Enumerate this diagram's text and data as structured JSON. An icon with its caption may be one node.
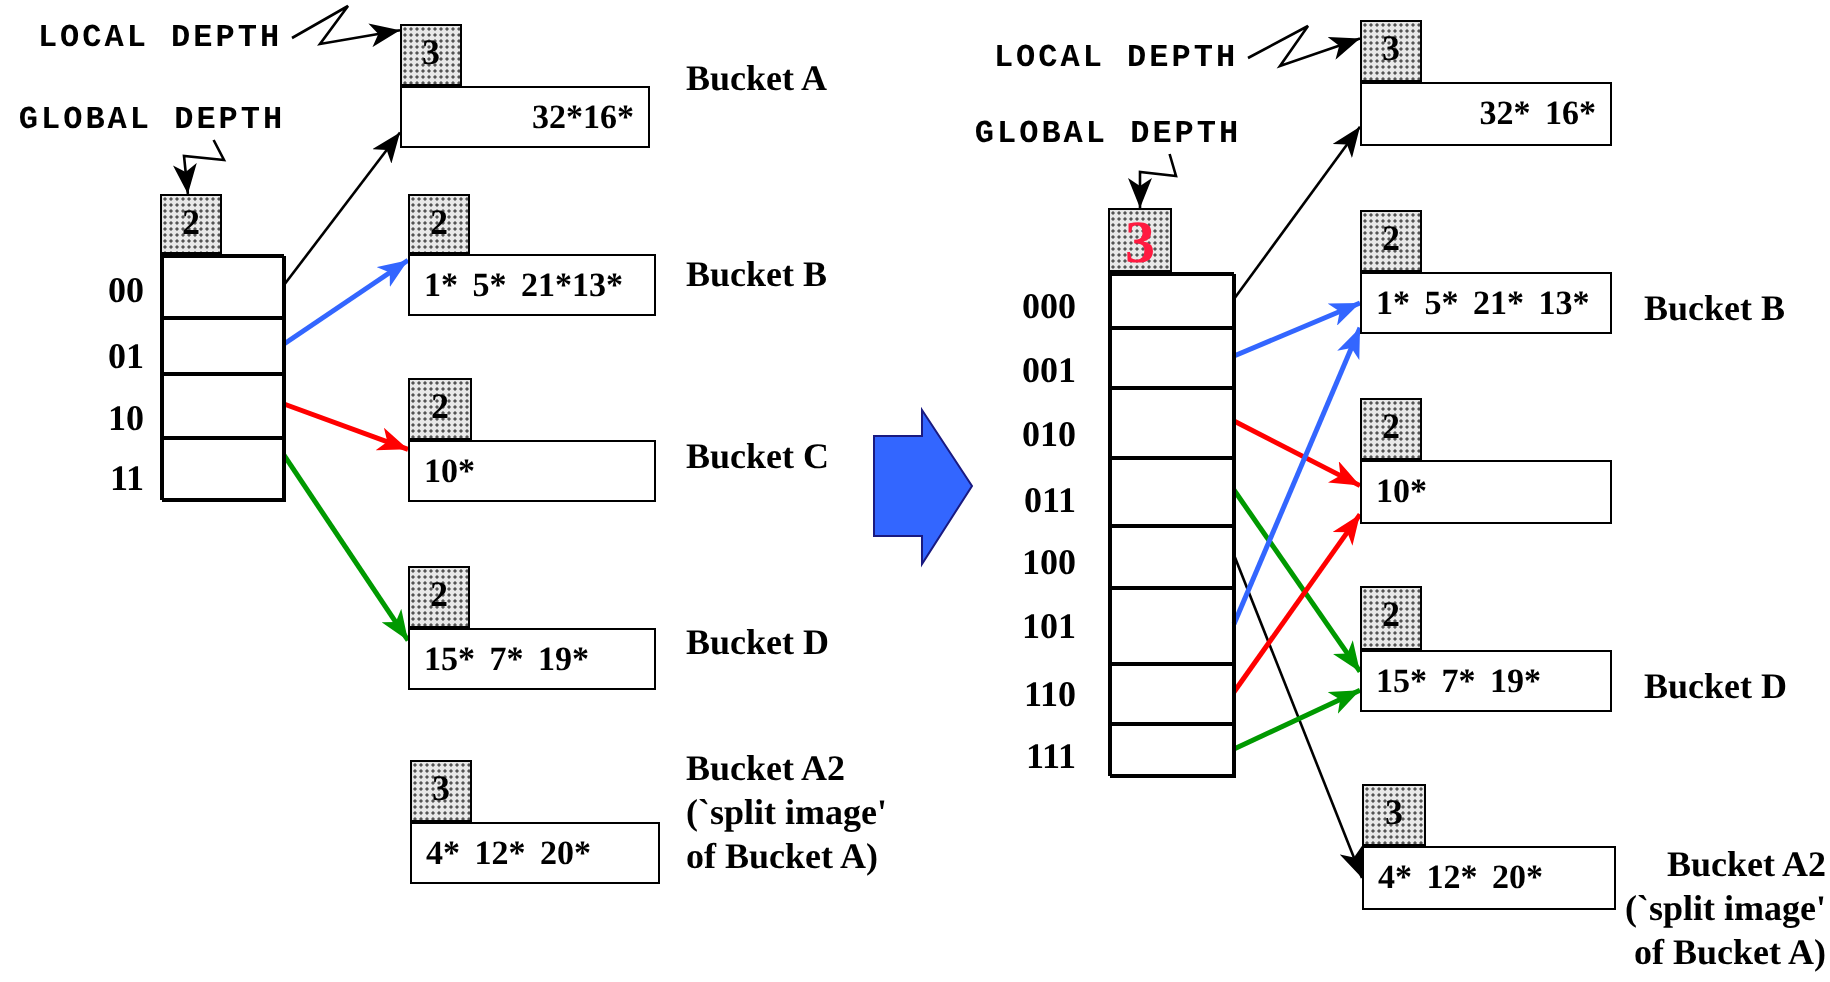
{
  "diagram": {
    "nodes": [
      {
        "text": [
          "LOCAL DEPTH"
        ]
      },
      {
        "text": [
          "3"
        ]
      },
      {
        "text": [
          "32*16*"
        ],
        "beside": [
          "Bucket A"
        ]
      },
      {
        "text": [
          "GLOBAL DEPTH"
        ]
      },
      {
        "text": [
          "2"
        ]
      },
      {
        "text": [],
        "shape": "box"
      },
      {
        "text": [],
        "shape": "box",
        "in": 5,
        "beside": [
          "00"
        ]
      },
      {
        "text": [],
        "shape": "box",
        "in": 5,
        "beside": [
          "01"
        ]
      },
      {
        "text": [],
        "shape": "box",
        "in": 5,
        "beside": [
          "10"
        ]
      },
      {
        "text": [],
        "shape": "box",
        "in": 5,
        "beside": [
          "11"
        ]
      },
      {
        "text": [
          "2"
        ]
      },
      {
        "text": [
          "1* 5* 21*13*"
        ],
        "beside": [
          "Bucket B"
        ]
      },
      {
        "text": [
          "2"
        ]
      },
      {
        "text": [
          "10*"
        ],
        "beside": [
          "Bucket C"
        ]
      },
      {
        "text": [
          "2"
        ]
      },
      {
        "text": [
          "15* 7* 19*"
        ],
        "beside": [
          "Bucket D"
        ]
      },
      {
        "text": [
          "3"
        ]
      },
      {
        "text": [
          "4* 12* 20*"
        ],
        "beside": [
          "Bucket A2",
          "(`split image' of Bucket A)"
        ]
      },
      {
        "text": [
          "LOCAL DEPTH"
        ]
      },
      {
        "text": [
          "3"
        ]
      },
      {
        "text": [
          "32* 16*"
        ]
      },
      {
        "text": [
          "GLOBAL DEPTH"
        ]
      },
      {
        "text": [
          "3"
        ]
      },
      {
        "text": [],
        "shape": "box"
      },
      {
        "text": [],
        "shape": "box",
        "in": 23,
        "beside": [
          "000"
        ]
      },
      {
        "text": [],
        "shape": "box",
        "in": 23,
        "beside": [
          "001"
        ]
      },
      {
        "text": [],
        "shape": "box",
        "in": 23,
        "beside": [
          "010"
        ]
      },
      {
        "text": [],
        "shape": "box",
        "in": 23,
        "beside": [
          "011"
        ]
      },
      {
        "text": [],
        "shape": "box",
        "in": 23,
        "beside": [
          "100"
        ]
      },
      {
        "text": [],
        "shape": "box",
        "in": 23,
        "beside": [
          "101"
        ]
      },
      {
        "text": [],
        "shape": "box",
        "in": 23,
        "beside": [
          "110"
        ]
      },
      {
        "text": [],
        "shape": "box",
        "in": 23,
        "beside": [
          "111"
        ]
      },
      {
        "text": [
          "2"
        ]
      },
      {
        "text": [
          "1* 5* 21* 13*"
        ],
        "beside": [
          "Bucket B"
        ]
      },
      {
        "text": [
          "2"
        ]
      },
      {
        "text": [
          "10*"
        ]
      },
      {
        "text": [
          "2"
        ]
      },
      {
        "text": [
          "15* 7* 19*"
        ],
        "beside": [
          "Bucket D"
        ]
      },
      {
        "text": [
          "3"
        ]
      },
      {
        "text": [
          "4* 12* 20*"
        ],
        "beside": [
          "Bucket A2",
          "(`split image' of Bucket A)"
        ]
      }
    ],
    "edges": [
      {
        "from": 0,
        "to": 1,
        "arrow": "to"
      },
      {
        "from": 3,
        "to": 4,
        "arrow": "to"
      },
      {
        "from": 6,
        "to": 2,
        "arrow": "to"
      },
      {
        "from": 7,
        "to": 11,
        "arrow": "to",
        "color": "#3366ff"
      },
      {
        "from": 8,
        "to": 13,
        "arrow": "to",
        "color": "#ff0000"
      },
      {
        "from": 9,
        "to": 15,
        "arrow": "to",
        "color": "#009900"
      },
      {
        "from": 18,
        "to": 19,
        "arrow": "to"
      },
      {
        "from": 21,
        "to": 22,
        "arrow": "to"
      },
      {
        "from": 24,
        "to": 20,
        "arrow": "to"
      },
      {
        "from": 25,
        "to": 33,
        "arrow": "to",
        "color": "#3366ff"
      },
      {
        "from": 26,
        "to": 35,
        "arrow": "to",
        "color": "#ff0000"
      },
      {
        "from": 27,
        "to": 37,
        "arrow": "to",
        "color": "#009900"
      },
      {
        "from": 28,
        "to": 39,
        "arrow": "to"
      },
      {
        "from": 29,
        "to": 33,
        "arrow": "to",
        "color": "#3366ff"
      },
      {
        "from": 30,
        "to": 35,
        "arrow": "to",
        "color": "#ff0000"
      },
      {
        "from": 31,
        "to": 37,
        "arrow": "to",
        "color": "#009900"
      }
    ]
  }
}
